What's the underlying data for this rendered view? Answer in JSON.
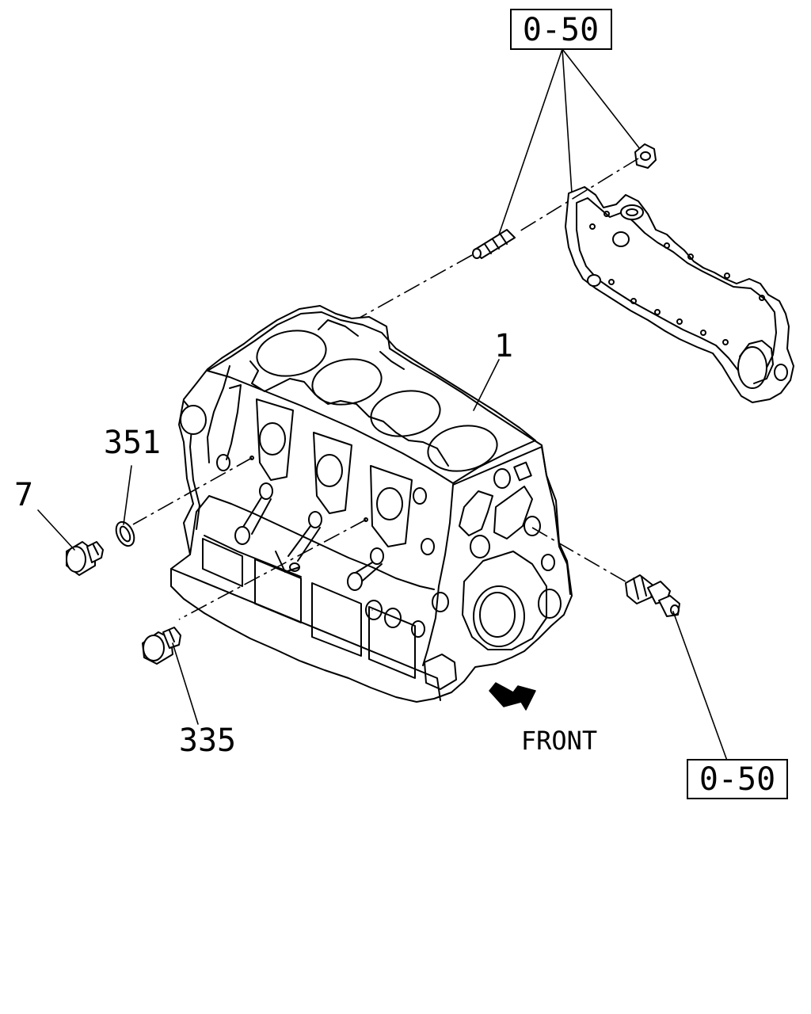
{
  "callouts": {
    "ref_top": "0-50",
    "ref_bottom": "0-50",
    "part_block": "1",
    "part_ring": "351",
    "part_plug_left": "7",
    "part_plug_bottom": "335",
    "front": "FRONT"
  },
  "colors": {
    "ink": "#000000",
    "paper": "#ffffff"
  }
}
